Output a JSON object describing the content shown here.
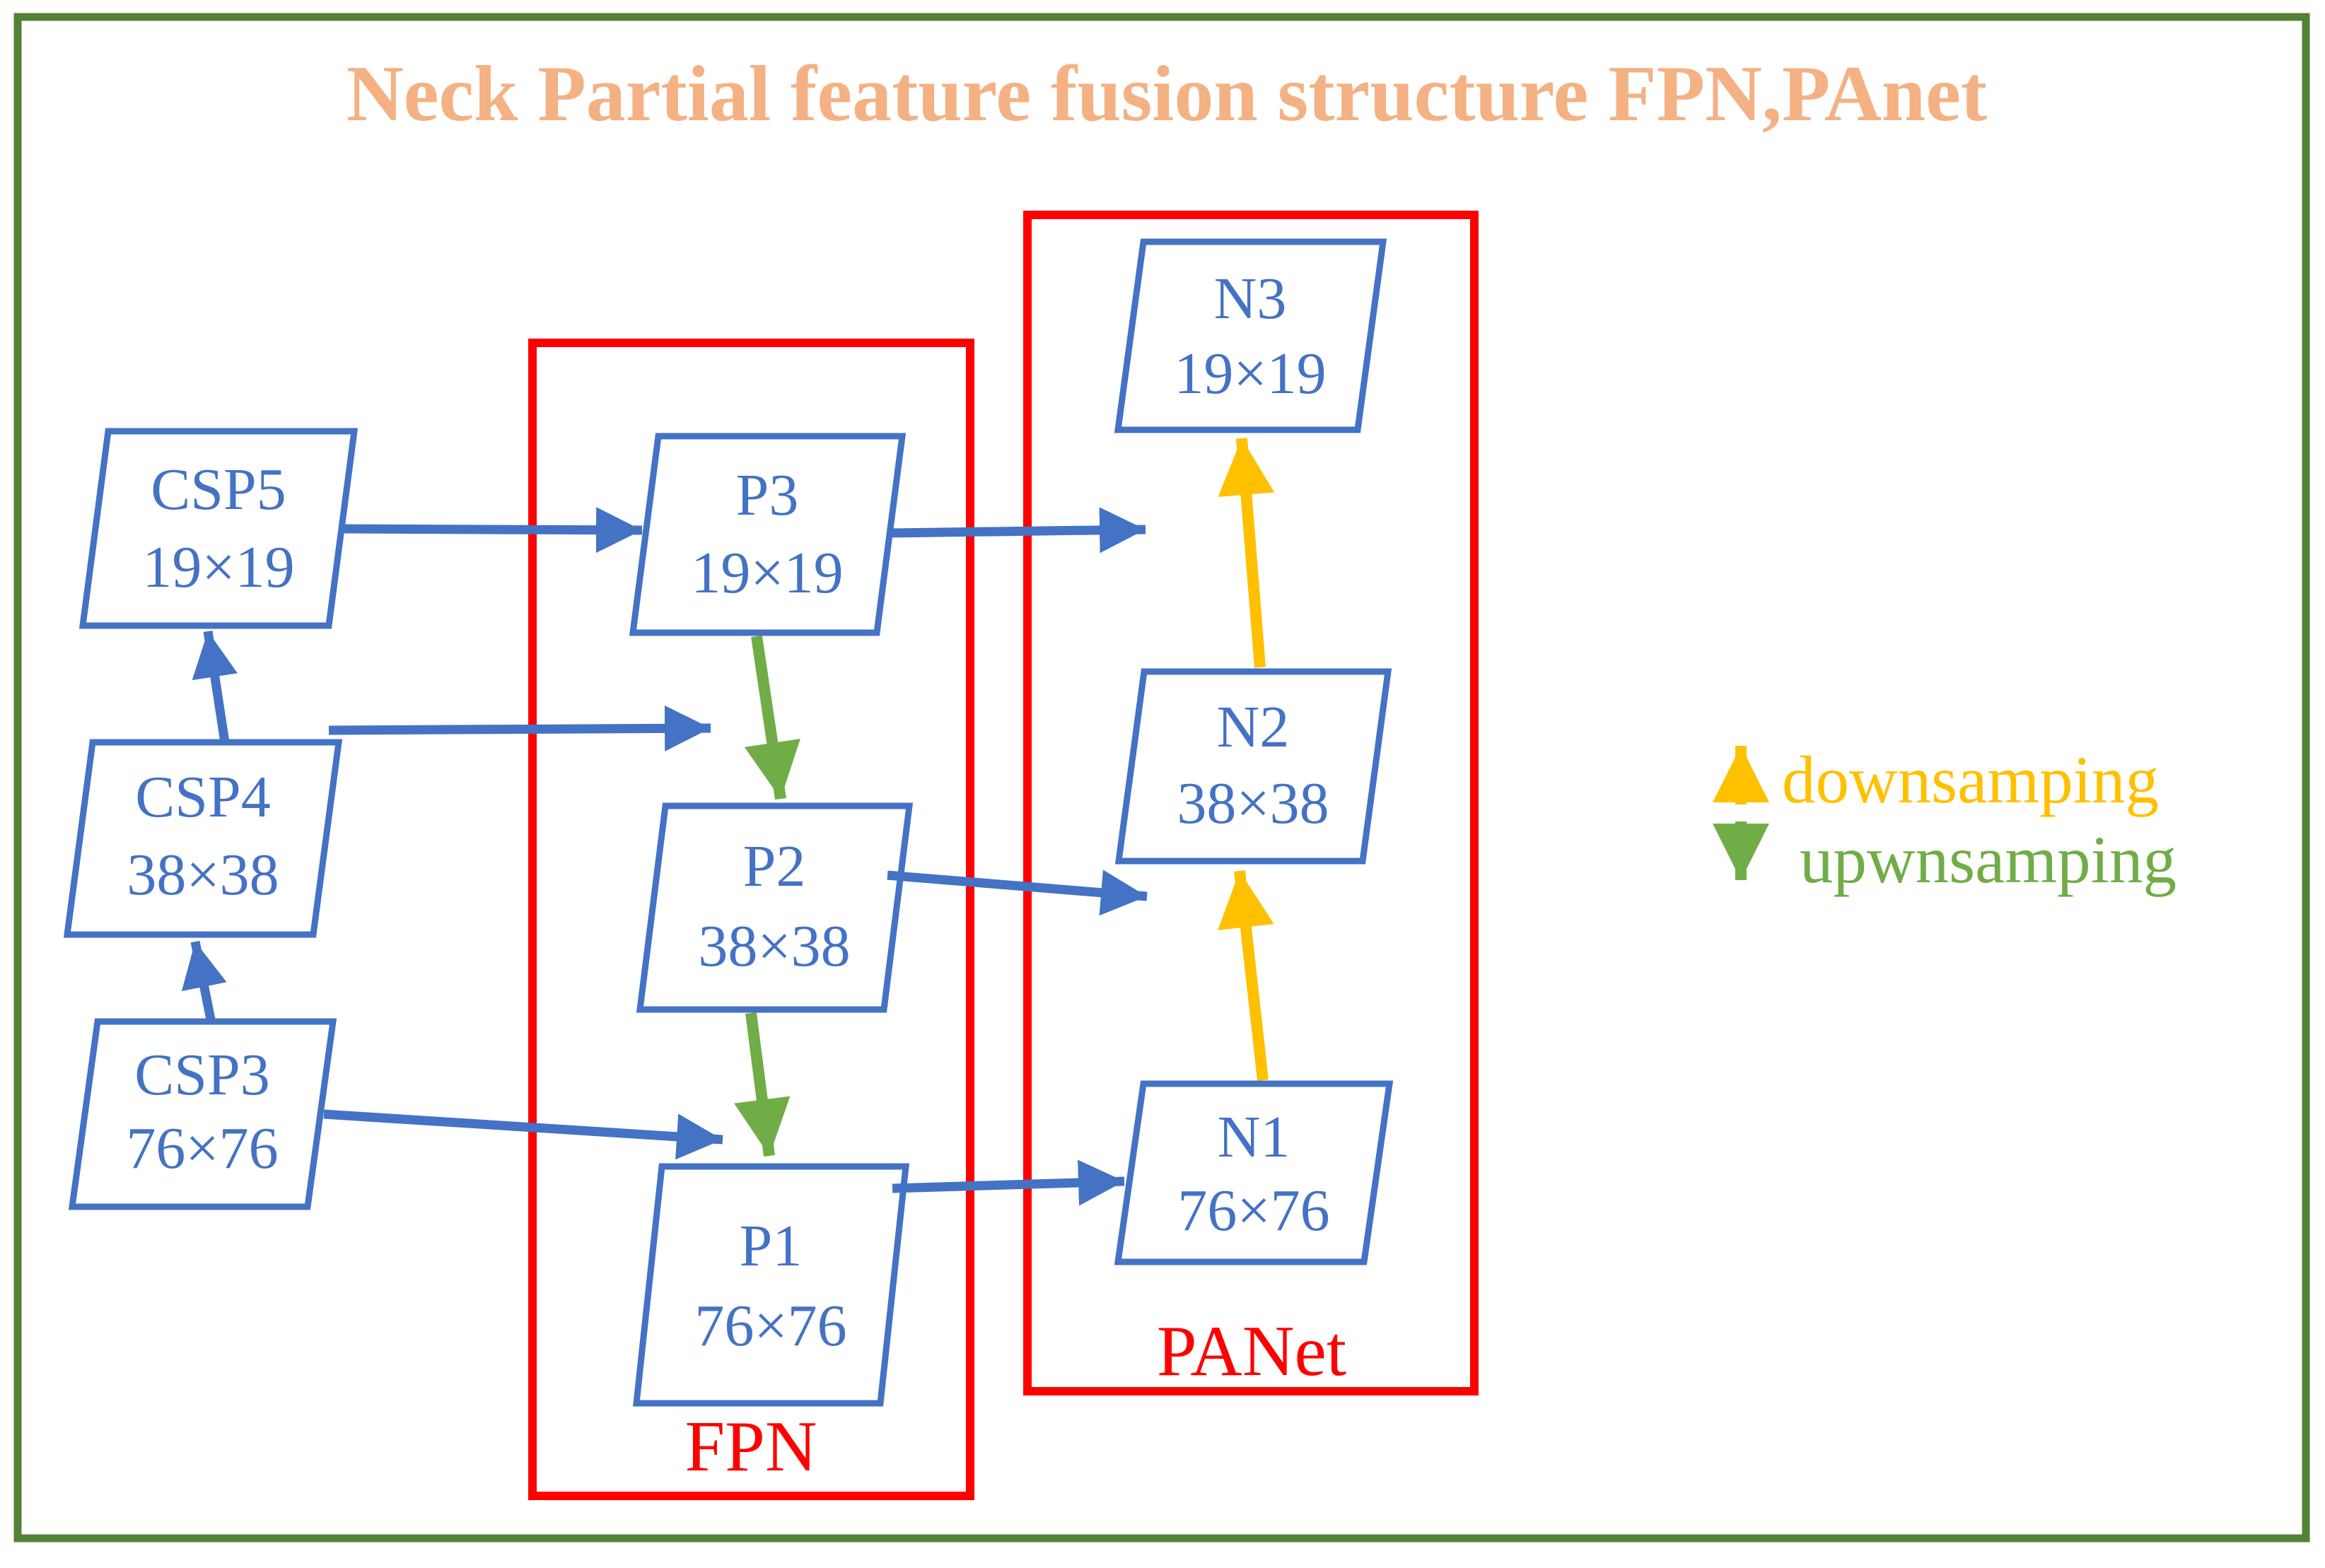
{
  "title": "Neck Partial feature fusion structure FPN,PAnet",
  "regions": {
    "fpn": {
      "label": "FPN"
    },
    "panet": {
      "label": "PANet"
    }
  },
  "nodes": {
    "csp5": {
      "name": "CSP5",
      "size": "19×19"
    },
    "csp4": {
      "name": "CSP4",
      "size": "38×38"
    },
    "csp3": {
      "name": "CSP3",
      "size": "76×76"
    },
    "p3": {
      "name": "P3",
      "size": "19×19"
    },
    "p2": {
      "name": "P2",
      "size": "38×38"
    },
    "p1": {
      "name": "P1",
      "size": "76×76"
    },
    "n3": {
      "name": "N3",
      "size": "19×19"
    },
    "n2": {
      "name": "N2",
      "size": "38×38"
    },
    "n1": {
      "name": "N1",
      "size": "76×76"
    }
  },
  "legend": {
    "downsampling": {
      "icon": "up-arrow",
      "label": "downsamping",
      "color": "#FFC000"
    },
    "upsampling": {
      "icon": "down-arrow",
      "label": "upwnsamping",
      "color": "#70AD47"
    }
  },
  "colors": {
    "node_stroke": "#4472C4",
    "node_text": "#4472C4",
    "arrow_blue": "#4472C4",
    "arrow_green": "#70AD47",
    "arrow_yellow": "#FFC000",
    "region_box": "#FF0000",
    "outer_border": "#538135",
    "title_text": "#F4B183"
  }
}
